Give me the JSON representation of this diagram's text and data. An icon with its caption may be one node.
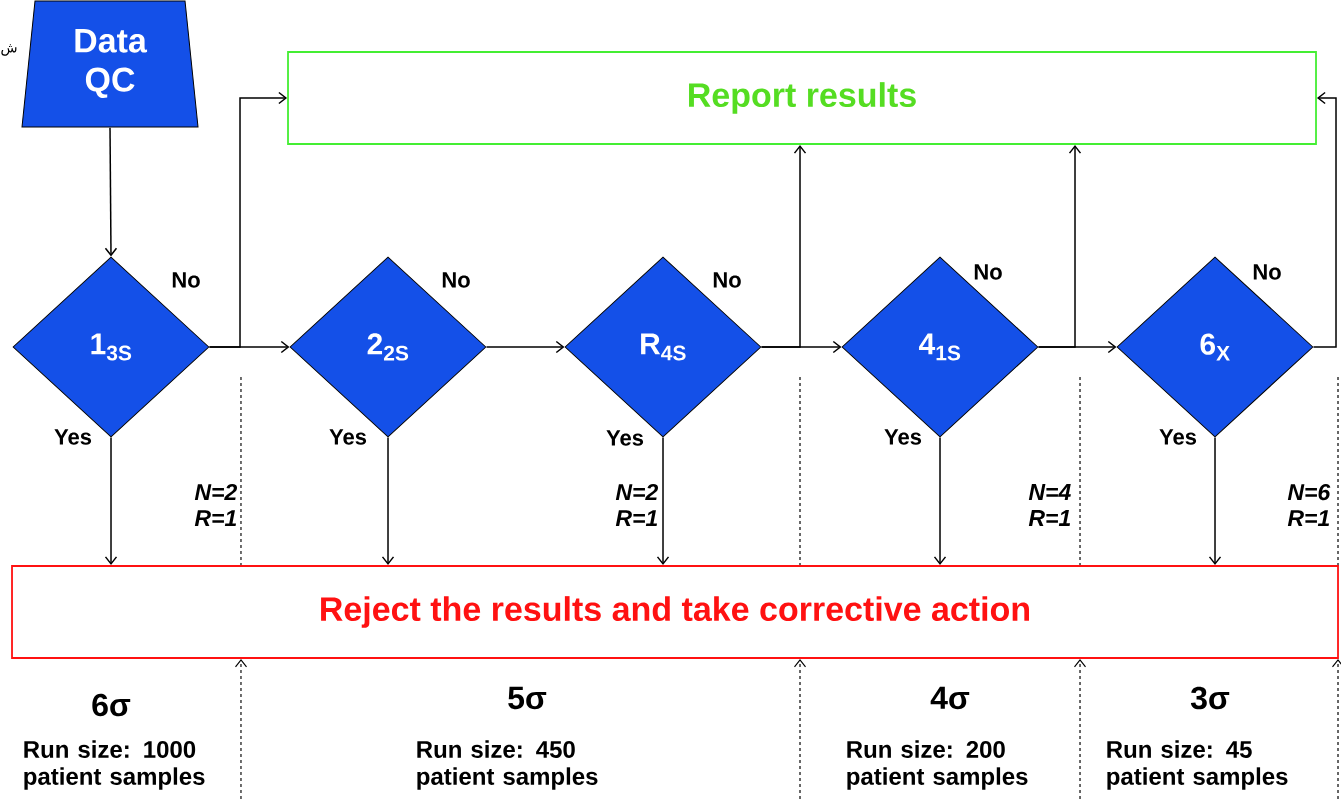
{
  "diagram": {
    "nodes": [
      {
        "text": [
          "Data QC"
        ]
      },
      {
        "text": [
          "Report  results"
        ]
      },
      {
        "text": [
          "Reject the results and take  corrective  action"
        ]
      },
      {
        "text": [
          "1$_{3S}$"
        ]
      },
      {
        "text": [
          "2$_{2S}$"
        ]
      },
      {
        "text": [
          "R$_{4S}$"
        ]
      },
      {
        "text": [
          "4$_{1S}$"
        ]
      },
      {
        "text": [
          "6$_{X}$"
        ]
      }
    ],
    "edges": [
      {
        "from": 0,
        "to": 3,
        "arrow": "to"
      },
      {
        "from": 3,
        "to": 1,
        "arrow": "to"
      },
      {
        "from": 3,
        "to": 4,
        "arrow": "to",
        "label": "No"
      },
      {
        "from": 3,
        "to": 2,
        "arrow": "to",
        "label": "Yes"
      },
      {
        "from": 4,
        "to": 5,
        "arrow": "to",
        "label": "No"
      },
      {
        "from": 4,
        "to": 2,
        "arrow": "to",
        "label": "Yes"
      },
      {
        "from": 5,
        "to": 1,
        "arrow": "to"
      },
      {
        "from": 5,
        "to": 6,
        "arrow": "to",
        "label": "No"
      },
      {
        "from": 5,
        "to": 2,
        "arrow": "to",
        "label": "Yes"
      },
      {
        "from": 6,
        "to": 1,
        "arrow": "to"
      },
      {
        "from": 6,
        "to": 7,
        "arrow": "to",
        "label": "No"
      },
      {
        "from": 6,
        "to": 2,
        "arrow": "to",
        "label": "Yes"
      },
      {
        "from": 7,
        "to": 1,
        "arrow": "to",
        "label": "No"
      },
      {
        "from": 7,
        "to": 2,
        "arrow": "to",
        "label": "Yes"
      }
    ],
    "labels": [
      "ش",
      "N=2 R=1",
      "N=2 R=1",
      "N=4 R=1",
      "N=6 R=1",
      "6σ",
      "Run size: 1000 patient samples",
      "5σ",
      "Run size: 450 patient samples",
      "4σ",
      "Run size: 200 patient samples",
      "3σ",
      "Run size: 45 patient samples"
    ]
  }
}
